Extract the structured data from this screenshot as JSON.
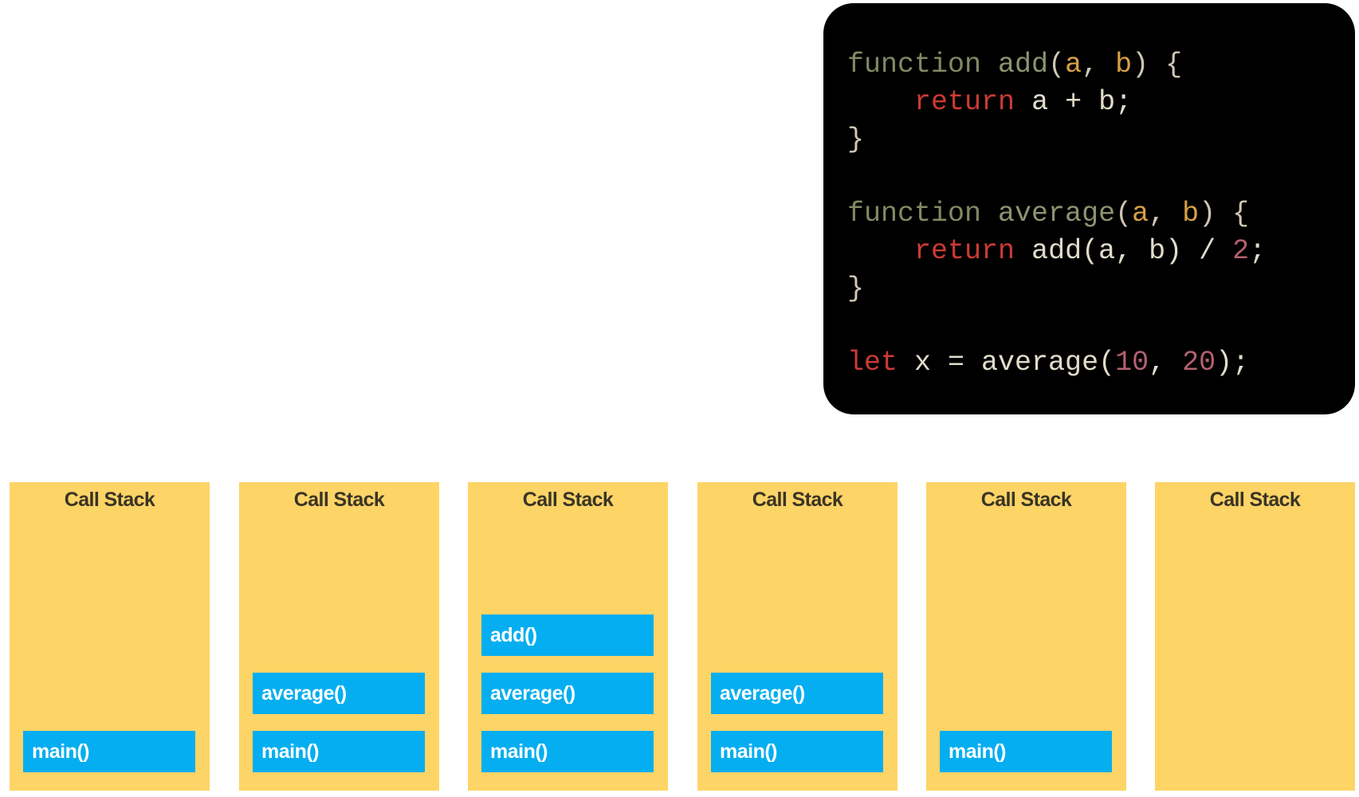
{
  "code": {
    "lines": [
      [
        [
          "kw",
          "function"
        ],
        [
          "p",
          " "
        ],
        [
          "name",
          "add"
        ],
        [
          "punct",
          "("
        ],
        [
          "param",
          "a"
        ],
        [
          "punct",
          ", "
        ],
        [
          "param",
          "b"
        ],
        [
          "punct",
          ") {"
        ]
      ],
      [
        [
          "p",
          "    "
        ],
        [
          "ret",
          "return"
        ],
        [
          "p",
          " "
        ],
        [
          "id",
          "a + b;"
        ]
      ],
      [
        [
          "punct",
          "}"
        ]
      ],
      [
        [
          "p",
          ""
        ]
      ],
      [
        [
          "kw",
          "function"
        ],
        [
          "p",
          " "
        ],
        [
          "name",
          "average"
        ],
        [
          "punct",
          "("
        ],
        [
          "param",
          "a"
        ],
        [
          "punct",
          ", "
        ],
        [
          "param",
          "b"
        ],
        [
          "punct",
          ") {"
        ]
      ],
      [
        [
          "p",
          "    "
        ],
        [
          "ret",
          "return"
        ],
        [
          "p",
          " "
        ],
        [
          "id",
          "add(a, b) / "
        ],
        [
          "num",
          "2"
        ],
        [
          "id",
          ";"
        ]
      ],
      [
        [
          "punct",
          "}"
        ]
      ],
      [
        [
          "p",
          ""
        ]
      ],
      [
        [
          "ret",
          "let"
        ],
        [
          "p",
          " "
        ],
        [
          "id",
          "x = average("
        ],
        [
          "num",
          "10"
        ],
        [
          "id",
          ", "
        ],
        [
          "num",
          "20"
        ],
        [
          "id",
          ");"
        ]
      ]
    ],
    "colors": {
      "kw": "#7f8a63",
      "name": "#8a9470",
      "param": "#d8a046",
      "ret": "#cc3b34",
      "num": "#b4606e"
    }
  },
  "stacks": [
    {
      "title": "Call Stack",
      "frames": [
        "main()"
      ]
    },
    {
      "title": "Call Stack",
      "frames": [
        "average()",
        "main()"
      ]
    },
    {
      "title": "Call Stack",
      "frames": [
        "add()",
        "average()",
        "main()"
      ]
    },
    {
      "title": "Call Stack",
      "frames": [
        "average()",
        "main()"
      ]
    },
    {
      "title": "Call Stack",
      "frames": [
        "main()"
      ]
    },
    {
      "title": "Call Stack",
      "frames": []
    }
  ],
  "colors": {
    "stack_bg": "#fdd466",
    "frame_bg": "#05aef0",
    "code_bg": "#000000"
  }
}
